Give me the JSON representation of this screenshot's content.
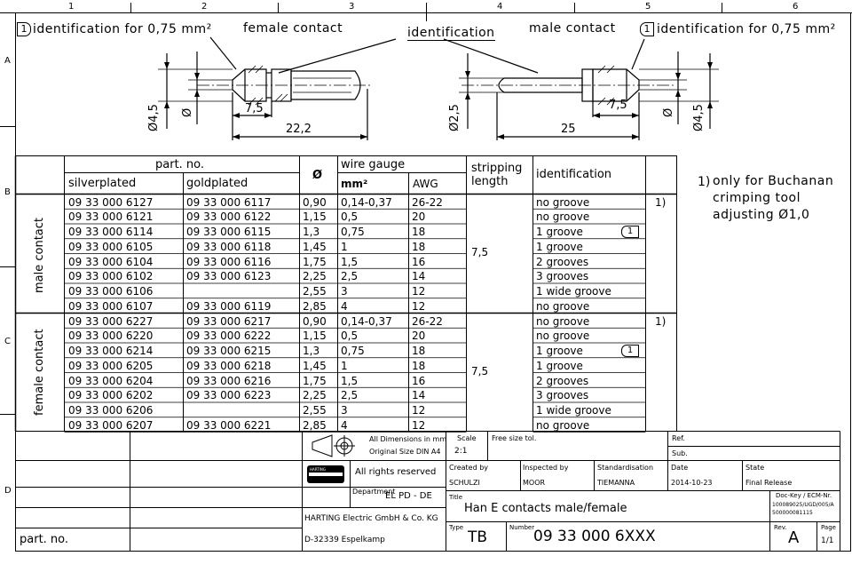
{
  "grid": {
    "cols": [
      "1",
      "2",
      "3",
      "4",
      "5",
      "6"
    ],
    "rows": [
      "A",
      "B",
      "C",
      "D"
    ]
  },
  "drawing": {
    "female_label": "female contact",
    "male_label": "male contact",
    "ident_label": "identification",
    "ident_left": "identification for 0,75 mm²",
    "ident_right": "identification for 0,75 mm²",
    "marker": "1",
    "dims": {
      "f_d45": "Ø4,5",
      "f_d": "Ø",
      "f_75": "7,5",
      "f_222": "22,2",
      "m_d25": "Ø2,5",
      "m_25": "25",
      "m_75": "7,5",
      "m_d": "Ø",
      "m_d45": "Ø4,5"
    }
  },
  "table": {
    "headers": {
      "part_no": "part. no.",
      "silver": "silverplated",
      "gold": "goldplated",
      "dia": "Ø",
      "wire_gauge": "wire gauge",
      "mm2": "mm²",
      "awg": "AWG",
      "stripping": "stripping",
      "length": "length",
      "identification": "identification"
    },
    "group_male": "male contact",
    "group_female": "female contact",
    "strip_male": "7,5",
    "strip_female": "7,5",
    "male_rows": [
      {
        "s": "09 33 000 6127",
        "g": "09 33 000 6117",
        "d": "0,90",
        "mm": "0,14-0,37",
        "awg": "26-22",
        "id": "no groove",
        "note": "1)"
      },
      {
        "s": "09 33 000 6121",
        "g": "09 33 000 6122",
        "d": "1,15",
        "mm": "0,5",
        "awg": "20",
        "id": "no groove",
        "note": ""
      },
      {
        "s": "09 33 000 6114",
        "g": "09 33 000 6115",
        "d": "1,3",
        "mm": "0,75",
        "awg": "18",
        "id": "1 groove",
        "note": "",
        "mark": "1"
      },
      {
        "s": "09 33 000 6105",
        "g": "09 33 000 6118",
        "d": "1,45",
        "mm": "1",
        "awg": "18",
        "id": "1 groove",
        "note": ""
      },
      {
        "s": "09 33 000 6104",
        "g": "09 33 000 6116",
        "d": "1,75",
        "mm": "1,5",
        "awg": "16",
        "id": "2 grooves",
        "note": ""
      },
      {
        "s": "09 33 000 6102",
        "g": "09 33 000 6123",
        "d": "2,25",
        "mm": "2,5",
        "awg": "14",
        "id": "3 grooves",
        "note": ""
      },
      {
        "s": "09 33 000 6106",
        "g": "",
        "d": "2,55",
        "mm": "3",
        "awg": "12",
        "id": "1 wide groove",
        "note": ""
      },
      {
        "s": "09 33 000 6107",
        "g": "09 33 000 6119",
        "d": "2,85",
        "mm": "4",
        "awg": "12",
        "id": "no groove",
        "note": ""
      }
    ],
    "female_rows": [
      {
        "s": "09 33 000 6227",
        "g": "09 33 000 6217",
        "d": "0,90",
        "mm": "0,14-0,37",
        "awg": "26-22",
        "id": "no groove",
        "note": "1)"
      },
      {
        "s": "09 33 000 6220",
        "g": "09 33 000 6222",
        "d": "1,15",
        "mm": "0,5",
        "awg": "20",
        "id": "no groove",
        "note": ""
      },
      {
        "s": "09 33 000 6214",
        "g": "09 33 000 6215",
        "d": "1,3",
        "mm": "0,75",
        "awg": "18",
        "id": "1 groove",
        "note": "",
        "mark": "1"
      },
      {
        "s": "09 33 000 6205",
        "g": "09 33 000 6218",
        "d": "1,45",
        "mm": "1",
        "awg": "18",
        "id": "1 groove",
        "note": ""
      },
      {
        "s": "09 33 000 6204",
        "g": "09 33 000 6216",
        "d": "1,75",
        "mm": "1,5",
        "awg": "16",
        "id": "2 grooves",
        "note": ""
      },
      {
        "s": "09 33 000 6202",
        "g": "09 33 000 6223",
        "d": "2,25",
        "mm": "2,5",
        "awg": "14",
        "id": "3 grooves",
        "note": ""
      },
      {
        "s": "09 33 000 6206",
        "g": "",
        "d": "2,55",
        "mm": "3",
        "awg": "12",
        "id": "1 wide groove",
        "note": ""
      },
      {
        "s": "09 33 000 6207",
        "g": "09 33 000 6221",
        "d": "2,85",
        "mm": "4",
        "awg": "12",
        "id": "no groove",
        "note": ""
      }
    ]
  },
  "footnote": {
    "mark": "1)",
    "line1": "only for Buchanan",
    "line2": "crimping tool",
    "line3": "adjusting Ø1,0"
  },
  "titleblock": {
    "part_no": "part. no.",
    "dims_line1": "All Dimensions in mm",
    "dims_line2": "Original Size DIN A4",
    "scale_label": "Scale",
    "scale_value": "2:1",
    "free_size": "Free size tol.",
    "ref": "Ref.",
    "sub": "Sub.",
    "rights": "All rights reserved",
    "logo_text": "HARTING",
    "department_label": "Department",
    "department_value": "EL PD - DE",
    "created_label": "Created by",
    "created_value": "SCHULZI",
    "inspected_label": "Inspected by",
    "inspected_value": "MOOR",
    "standard_label": "Standardisation",
    "standard_value": "TIEMANNA",
    "date_label": "Date",
    "date_value": "2014-10-23",
    "state_label": "State",
    "state_value": "Final Release",
    "title_label": "Title",
    "title_value": "Han E contacts male/female",
    "doc_key_label": "Doc-Key / ECM-Nr.",
    "doc_key_line1": "100089025/UGD/005/A",
    "doc_key_line2": "500000081115",
    "company": "HARTING Electric GmbH & Co. KG",
    "address": "D-32339 Espelkamp",
    "type_label": "Type",
    "type_value": "TB",
    "number_label": "Number",
    "number_value": "09 33 000 6XXX",
    "rev_label": "Rev.",
    "rev_value": "A",
    "page_label": "Page",
    "page_value": "1/1"
  }
}
